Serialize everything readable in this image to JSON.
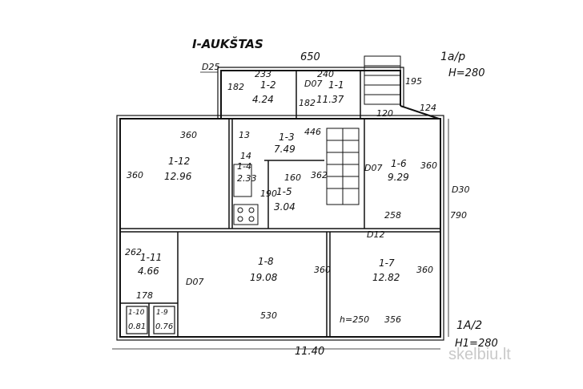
{
  "header": {
    "title": "I-AUKŠTAS",
    "overall_top": "650",
    "corner_note_1": "1a/p",
    "height_note_1": "H=280",
    "corner_note_2": "1A/2",
    "height_note_2": "H1=280",
    "overall_bottom": "11.40"
  },
  "rooms": [
    {
      "id": "1-1",
      "area": "11.37"
    },
    {
      "id": "1-2",
      "area": "4.24"
    },
    {
      "id": "1-3",
      "area": "7.49"
    },
    {
      "id": "1-4",
      "area": "2.33"
    },
    {
      "id": "1-5",
      "area": "3.04"
    },
    {
      "id": "1-6",
      "area": "9.29"
    },
    {
      "id": "1-7",
      "area": "12.82"
    },
    {
      "id": "1-8",
      "area": "19.08"
    },
    {
      "id": "1-9",
      "area": "0.76"
    },
    {
      "id": "1-10",
      "area": "0.81"
    },
    {
      "id": "1-11",
      "area": "4.66"
    },
    {
      "id": "1-12",
      "area": "12.96"
    }
  ],
  "dimensions": {
    "d025": "D25",
    "d182a": "182",
    "d233": "233",
    "d240": "240",
    "d007a": "D07",
    "d182b": "182",
    "d195": "195",
    "d120": "120",
    "d124": "124",
    "d360a": "360",
    "d446": "446",
    "d13": "13",
    "d360b": "360",
    "d14": "14",
    "d160": "160",
    "d362": "362",
    "d190": "190",
    "d007b": "D07",
    "d360c": "360",
    "d030": "D30",
    "d790": "790",
    "d258": "258",
    "d012": "D12",
    "d262": "262",
    "d007c": "D07",
    "d360d": "360",
    "d360e": "360",
    "d178": "178",
    "d530": "530",
    "d250": "h=250",
    "d356": "356"
  },
  "watermark": "skelbiu.lt"
}
